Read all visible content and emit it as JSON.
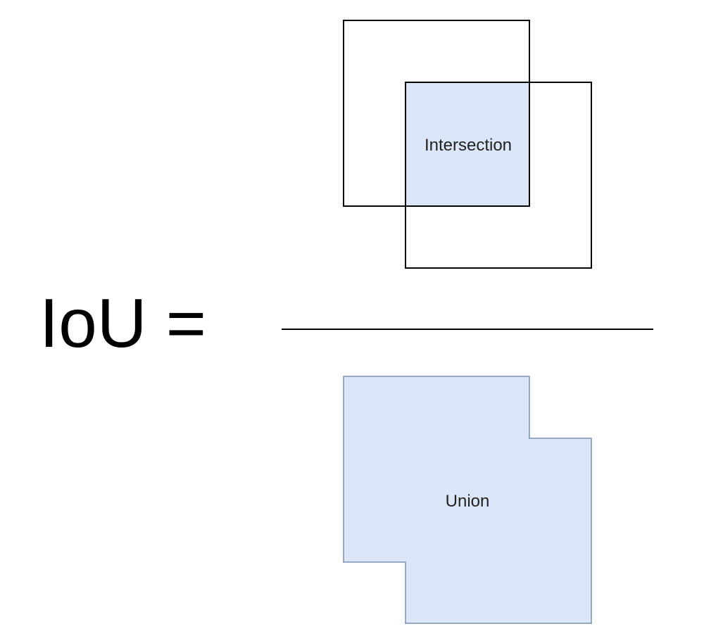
{
  "formula": {
    "lhs": "IoU ="
  },
  "numerator": {
    "label": "Intersection"
  },
  "denominator": {
    "label": "Union"
  },
  "colors": {
    "fill": "#dbe7f8",
    "fill_stroke": "#7b8fb3",
    "outline": "#000000",
    "text": "#222222",
    "background": "#ffffff"
  }
}
